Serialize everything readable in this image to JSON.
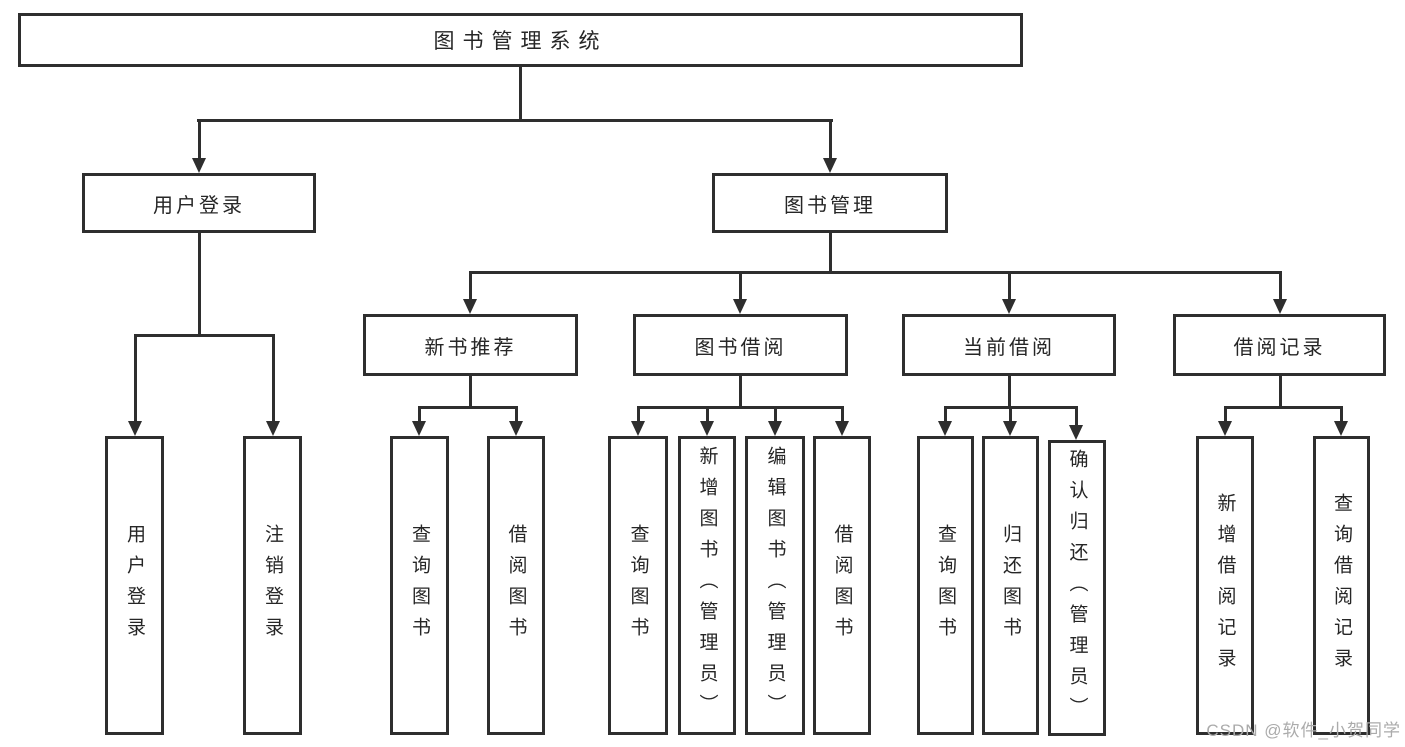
{
  "tree": {
    "label": "图书管理系统",
    "children": [
      {
        "label": "用户登录",
        "children": [
          {
            "label": "用户登录"
          },
          {
            "label": "注销登录"
          }
        ]
      },
      {
        "label": "图书管理",
        "children": [
          {
            "label": "新书推荐",
            "children": [
              {
                "label": "查询图书"
              },
              {
                "label": "借阅图书"
              }
            ]
          },
          {
            "label": "图书借阅",
            "children": [
              {
                "label": "查询图书"
              },
              {
                "label": "新增图书（管理员）"
              },
              {
                "label": "编辑图书（管理员）"
              },
              {
                "label": "借阅图书"
              }
            ]
          },
          {
            "label": "当前借阅",
            "children": [
              {
                "label": "查询图书"
              },
              {
                "label": "归还图书"
              },
              {
                "label": "确认归还（管理员）"
              }
            ]
          },
          {
            "label": "借阅记录",
            "children": [
              {
                "label": "新增借阅记录"
              },
              {
                "label": "查询借阅记录"
              }
            ]
          }
        ]
      }
    ]
  },
  "watermark": {
    "text": "CSDN @软件_小贺同学"
  },
  "colors": {
    "line": "#2e2e2e",
    "text": "#262626",
    "watermark": "#ababab",
    "background": "#ffffff"
  }
}
